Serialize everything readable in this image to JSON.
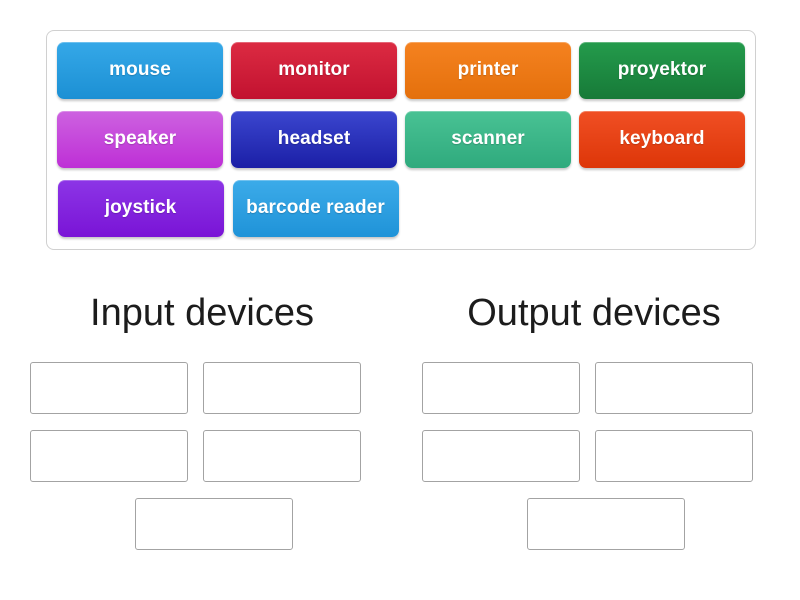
{
  "activity": {
    "type": "group-sort",
    "background_color": "#ffffff"
  },
  "tile_bank": {
    "name": "word-bank",
    "border_color": "#d0d0d0",
    "rows": [
      [
        {
          "label": "mouse",
          "color_top": "#35a8e8",
          "color_bottom": "#1c90d4"
        },
        {
          "label": "monitor",
          "color_top": "#dc2b42",
          "color_bottom": "#c21230"
        },
        {
          "label": "printer",
          "color_top": "#f58220",
          "color_bottom": "#e4700c"
        },
        {
          "label": "proyektor",
          "color_top": "#249b4c",
          "color_bottom": "#177a38"
        }
      ],
      [
        {
          "label": "speaker",
          "color_top": "#cd62e0",
          "color_bottom": "#be2fd6"
        },
        {
          "label": "headset",
          "color_top": "#3b46cf",
          "color_bottom": "#1b1fa6"
        },
        {
          "label": "scanner",
          "color_top": "#49c294",
          "color_bottom": "#2faa7d"
        },
        {
          "label": "keyboard",
          "color_top": "#f04f24",
          "color_bottom": "#dd3608"
        }
      ],
      [
        {
          "label": "joystick",
          "color_top": "#8c35e6",
          "color_bottom": "#7a14d6"
        },
        {
          "label": "barcode reader",
          "color_top": "#3cabe9",
          "color_bottom": "#1f93d8"
        }
      ]
    ]
  },
  "categories": [
    {
      "name": "input-devices",
      "title": "Input devices",
      "dropzone_rows": [
        [
          {
            "value": ""
          },
          {
            "value": ""
          }
        ],
        [
          {
            "value": ""
          },
          {
            "value": ""
          }
        ],
        [
          {
            "value": ""
          }
        ]
      ]
    },
    {
      "name": "output-devices",
      "title": "Output devices",
      "dropzone_rows": [
        [
          {
            "value": ""
          },
          {
            "value": ""
          }
        ],
        [
          {
            "value": ""
          },
          {
            "value": ""
          }
        ],
        [
          {
            "value": ""
          }
        ]
      ]
    }
  ]
}
